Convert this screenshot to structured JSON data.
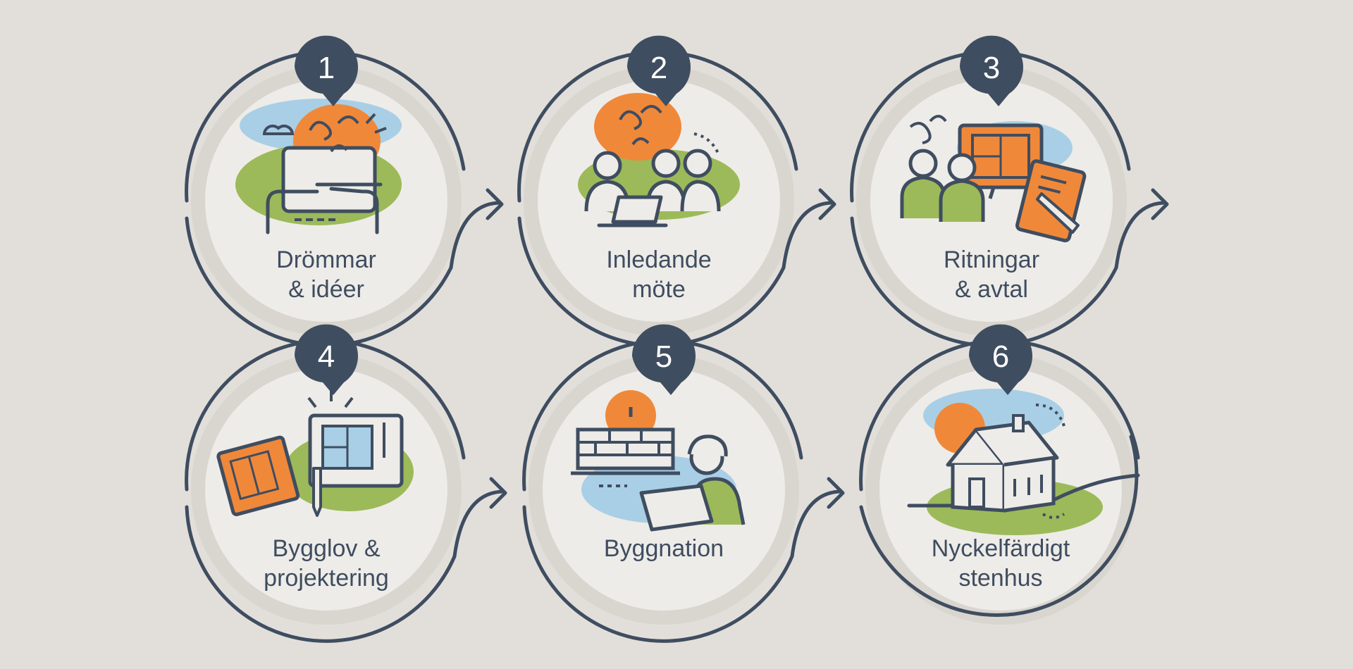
{
  "steps": [
    {
      "number": "1",
      "title_line1": "Drömmar",
      "title_line2": "& idéer",
      "icon": "dream-ideas-icon"
    },
    {
      "number": "2",
      "title_line1": "Inledande",
      "title_line2": "möte",
      "icon": "meeting-icon"
    },
    {
      "number": "3",
      "title_line1": "Ritningar",
      "title_line2": "& avtal",
      "icon": "drawings-contract-icon"
    },
    {
      "number": "4",
      "title_line1": "Bygglov &",
      "title_line2": "projektering",
      "icon": "blueprint-permit-icon"
    },
    {
      "number": "5",
      "title_line1": "Byggnation",
      "title_line2": "",
      "icon": "construction-worker-icon"
    },
    {
      "number": "6",
      "title_line1": "Nyckelfärdigt",
      "title_line2": "stenhus",
      "icon": "finished-house-icon"
    }
  ],
  "colors": {
    "background": "#e2dfdb",
    "ring": "#3f4d60",
    "inner_circle": "#eeece8",
    "halo": "#d9d5cf",
    "orange": "#f0883a",
    "green": "#9cba59",
    "blue": "#a9cfe6",
    "badge": "#3f4d60"
  }
}
